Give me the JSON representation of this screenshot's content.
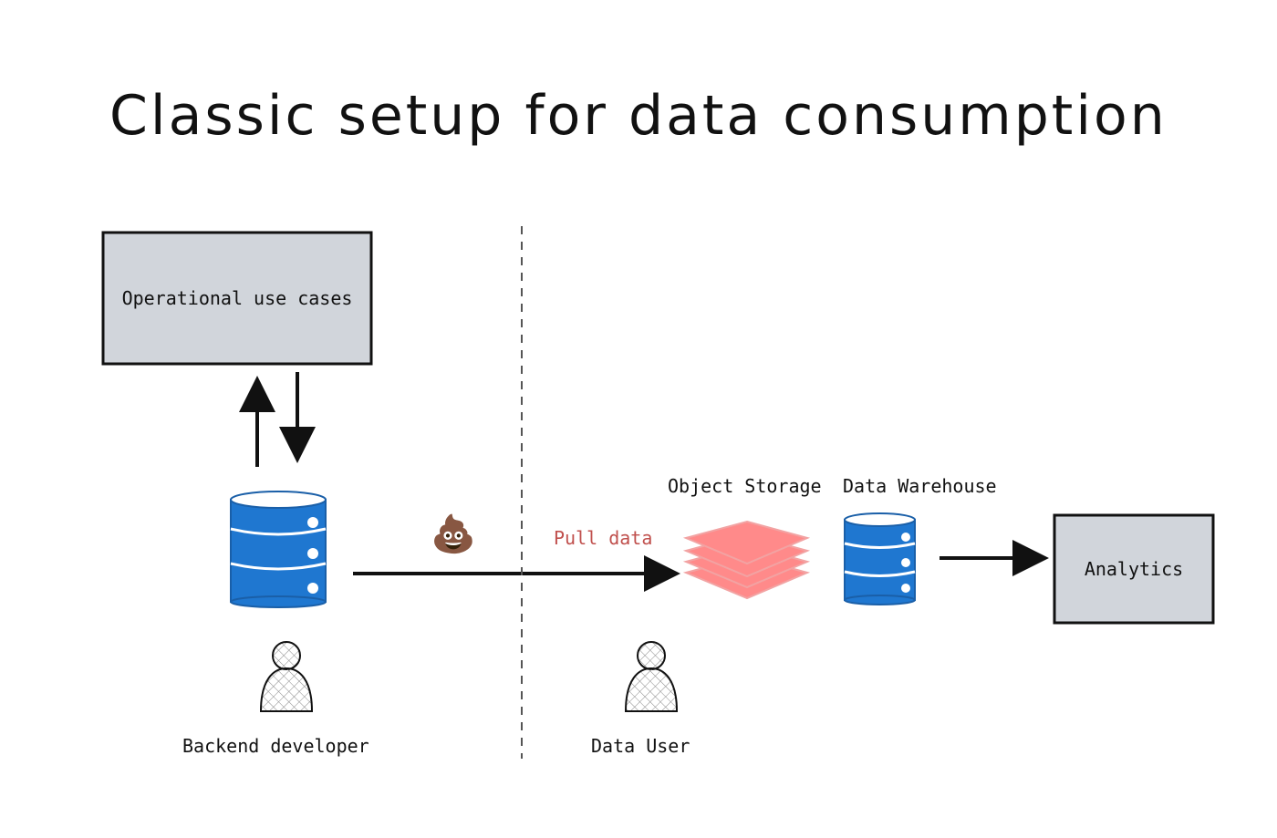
{
  "title": "Classic setup for data consumption",
  "boxes": {
    "operational": "Operational use cases",
    "analytics": "Analytics"
  },
  "labels": {
    "pull_data": "Pull data",
    "object_storage": "Object Storage",
    "data_warehouse": "Data Warehouse",
    "backend_developer": "Backend developer",
    "data_user": "Data User",
    "poop_emoji": "💩"
  },
  "icons": {
    "database": "database-icon",
    "object_storage": "stacked-layers-icon",
    "user": "person-icon"
  },
  "colors": {
    "box_fill": "#d1d5db",
    "box_stroke": "#111111",
    "db_fill": "#1f77d0",
    "db_top": "#ffffff",
    "layer_fill": "#ff8a8a",
    "layer_stroke": "#f2a3a3",
    "pull_text": "#c0504d",
    "person_fill": "#eeeeee",
    "divider": "#555555"
  }
}
